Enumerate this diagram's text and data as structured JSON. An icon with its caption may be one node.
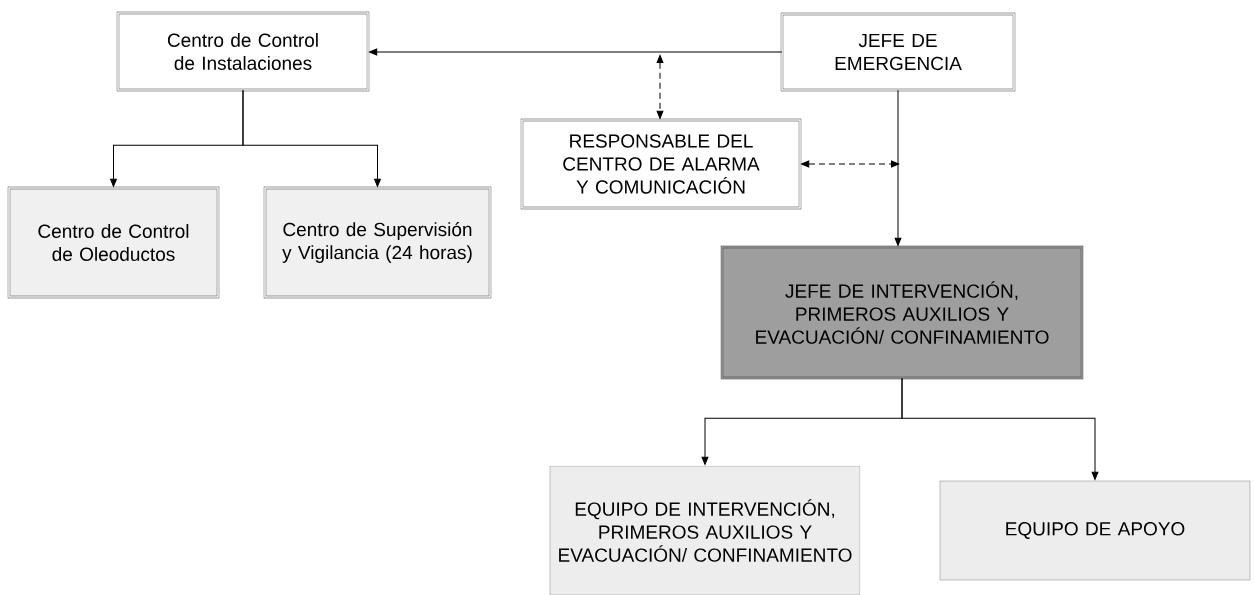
{
  "diagram": {
    "nodes": [
      {
        "text": [
          "Centro de Control de Instalaciones"
        ]
      },
      {
        "text": [
          "JEFE DE EMERGENCIA"
        ]
      },
      {
        "text": [
          "RESPONSABLE DEL CENTRO DE ALARMA Y COMUNICACIÓN"
        ]
      },
      {
        "text": [
          "Centro de Control de Oleoductos"
        ]
      },
      {
        "text": [
          "Centro de Supervisión y Vigilancia (24 horas)"
        ]
      },
      {
        "text": [
          "JEFE DE INTERVENCIÓN, PRIMEROS AUXILIOS Y EVACUACIÓN/ CONFINAMIENTO"
        ]
      },
      {
        "text": [
          "EQUIPO DE INTERVENCIÓN, PRIMEROS AUXILIOS Y EVACUACIÓN/ CONFINAMIENTO"
        ]
      },
      {
        "text": [
          "EQUIPO DE APOYO"
        ]
      }
    ],
    "edges": [
      {
        "from": 1,
        "to": 0,
        "arrow": "to"
      },
      {
        "from": null,
        "to": 2,
        "arrow": "both",
        "style": "dashed"
      },
      {
        "from": 2,
        "to": null,
        "arrow": "both",
        "style": "dashed"
      },
      {
        "from": 1,
        "to": 5,
        "arrow": "to"
      },
      {
        "from": 0,
        "to": 3,
        "arrow": "to"
      },
      {
        "from": 0,
        "to": 4,
        "arrow": "to"
      },
      {
        "from": 5,
        "to": 6,
        "arrow": "to"
      },
      {
        "from": 5,
        "to": 7,
        "arrow": "to"
      }
    ]
  }
}
